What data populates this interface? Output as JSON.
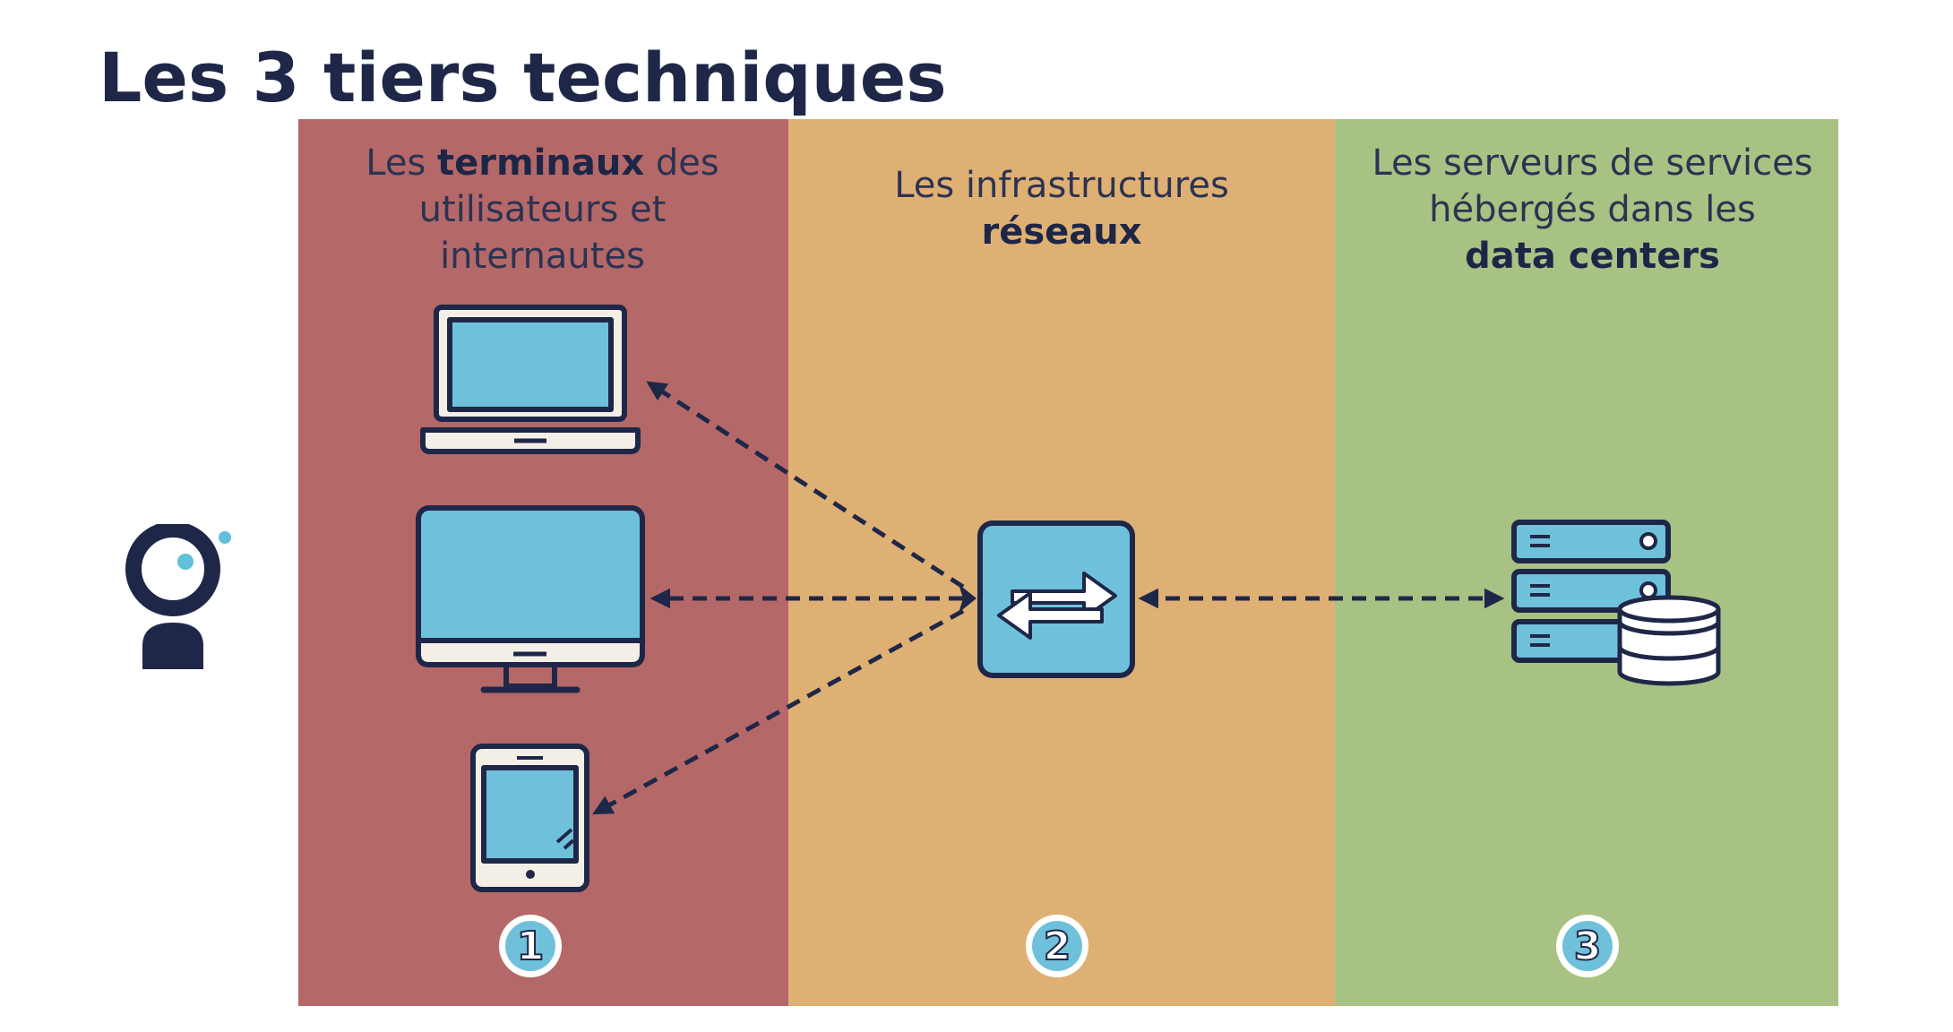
{
  "slide": {
    "title": "Les 3 tiers techniques"
  },
  "columns": [
    {
      "id": "terminaux",
      "prefix": "Les ",
      "bold": "terminaux",
      "suffix_line1": " des",
      "line2": "utilisateurs et",
      "line3": "internautes",
      "number": "1",
      "color": "#b56868"
    },
    {
      "id": "reseaux",
      "line1": "Les infrastructures",
      "bold": "réseaux",
      "number": "2",
      "color": "#dfb074"
    },
    {
      "id": "data-centers",
      "line1": "Les serveurs de services",
      "line2": "hébergés dans les",
      "bold": "data centers",
      "number": "3",
      "color": "#a8c283"
    }
  ],
  "colors": {
    "ink": "#1f2748",
    "device_fill": "#6fc0db",
    "accent": "#5fc0d8"
  },
  "icons": {
    "tier1": [
      "laptop-icon",
      "desktop-monitor-icon",
      "tablet-icon"
    ],
    "tier2": "network-switch-icon",
    "tier3": [
      "server-rack-icon",
      "database-icon"
    ],
    "logo": "person-logo-icon"
  }
}
